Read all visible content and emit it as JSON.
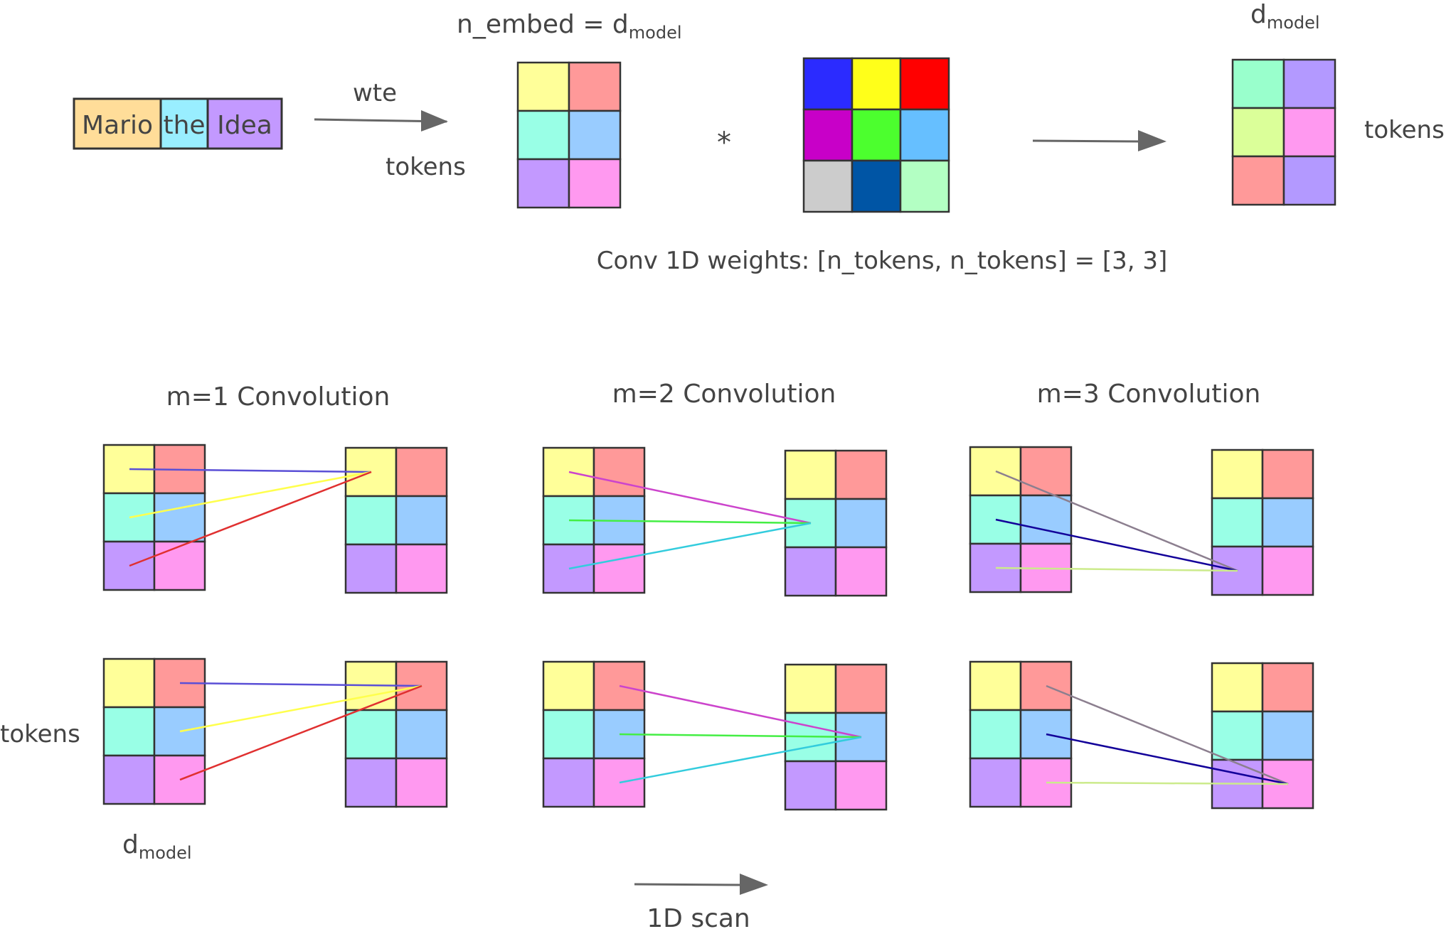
{
  "colors": {
    "yellow": "#ffff99",
    "salmon": "#ff9999",
    "aqua": "#99ffe6",
    "sky": "#99ccff",
    "lavender": "#c399ff",
    "pink": "#ff99f0",
    "mint": "#99ffcc",
    "periwinkle": "#b399ff",
    "lime": "#dbff99",
    "outline": "#333333",
    "arrow": "#666666",
    "token_mario": "#ffdd99",
    "token_the": "#99eeff",
    "token_idea": "#c399ff"
  },
  "top": {
    "tokens": [
      "Mario",
      "the",
      "Idea"
    ],
    "wte_label": "wte",
    "n_embed_label": "n_embed = d",
    "n_embed_sub": "model",
    "tokens_label_left": "tokens",
    "times_symbol": "*",
    "dmodel_label": "d",
    "dmodel_sub": "model",
    "tokens_label_right": "tokens",
    "weights_caption": "Conv 1D weights: [n_tokens, n_tokens] = [3, 3]",
    "embedding_cells": [
      [
        "yellow",
        "salmon"
      ],
      [
        "aqua",
        "sky"
      ],
      [
        "lavender",
        "pink"
      ]
    ],
    "weight_cells": [
      [
        "#2b2bff",
        "#ffff1a",
        "#ff0000"
      ],
      [
        "#c800c8",
        "#4cff2e",
        "#66bfff"
      ],
      [
        "#cccccc",
        "#0055a5",
        "#b3ffc3"
      ]
    ],
    "output_cells": [
      [
        "mint",
        "periwinkle"
      ],
      [
        "lime",
        "pink"
      ],
      [
        "salmon",
        "periwinkle"
      ]
    ]
  },
  "convolutions": {
    "titles": [
      "m=1 Convolution",
      "m=2 Convolution",
      "m=3 Convolution"
    ],
    "cells": [
      [
        "yellow",
        "salmon"
      ],
      [
        "aqua",
        "sky"
      ],
      [
        "lavender",
        "pink"
      ]
    ],
    "line_colors": [
      [
        "#5a4fd6",
        "#ffff4d",
        "#e03030"
      ],
      [
        "#cc44cc",
        "#44ee44",
        "#33ccdd"
      ],
      [
        "#8c7f8f",
        "#120099",
        "#cceb8c"
      ]
    ]
  },
  "bottom": {
    "tokens_label": "tokens",
    "dmodel_label": "d",
    "dmodel_sub": "model",
    "scan_label": "1D scan"
  }
}
